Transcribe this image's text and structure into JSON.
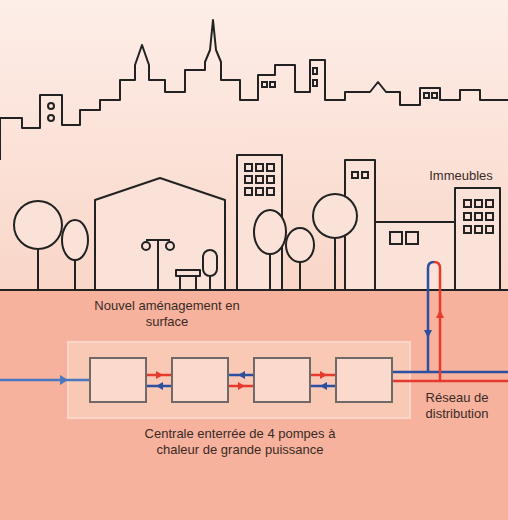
{
  "diagram": {
    "labels": [
      "Immeubles",
      "Nouvel aménagement en surface",
      "Centrale enterrée de 4 pompes à chaleur de grande puissance",
      "Réseau de distribution"
    ]
  }
}
